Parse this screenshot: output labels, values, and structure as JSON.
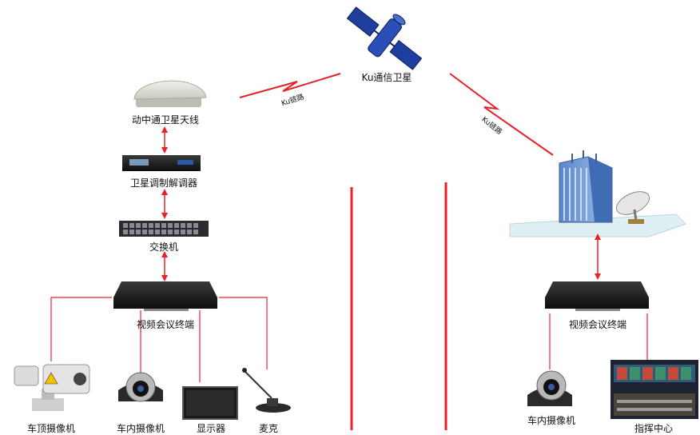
{
  "satellite": {
    "label": "Ku通信卫星"
  },
  "links": {
    "left_label": "Ku链路",
    "right_label": "Ku链路"
  },
  "left": {
    "antenna": "动中通卫星天线",
    "modem": "卫星调制解调器",
    "switch": "交换机",
    "terminal": "视频会议终端",
    "roof_camera": "车顶摄像机",
    "inner_camera": "车内摄像机",
    "display": "显示器",
    "microphone": "麦克"
  },
  "right": {
    "terminal": "视频会议终端",
    "inner_camera": "车内摄像机",
    "command_center": "指挥中心"
  },
  "colors": {
    "link": "#e8202a",
    "arrow": "#e8202a",
    "satellite_body": "#1f3f9e"
  }
}
